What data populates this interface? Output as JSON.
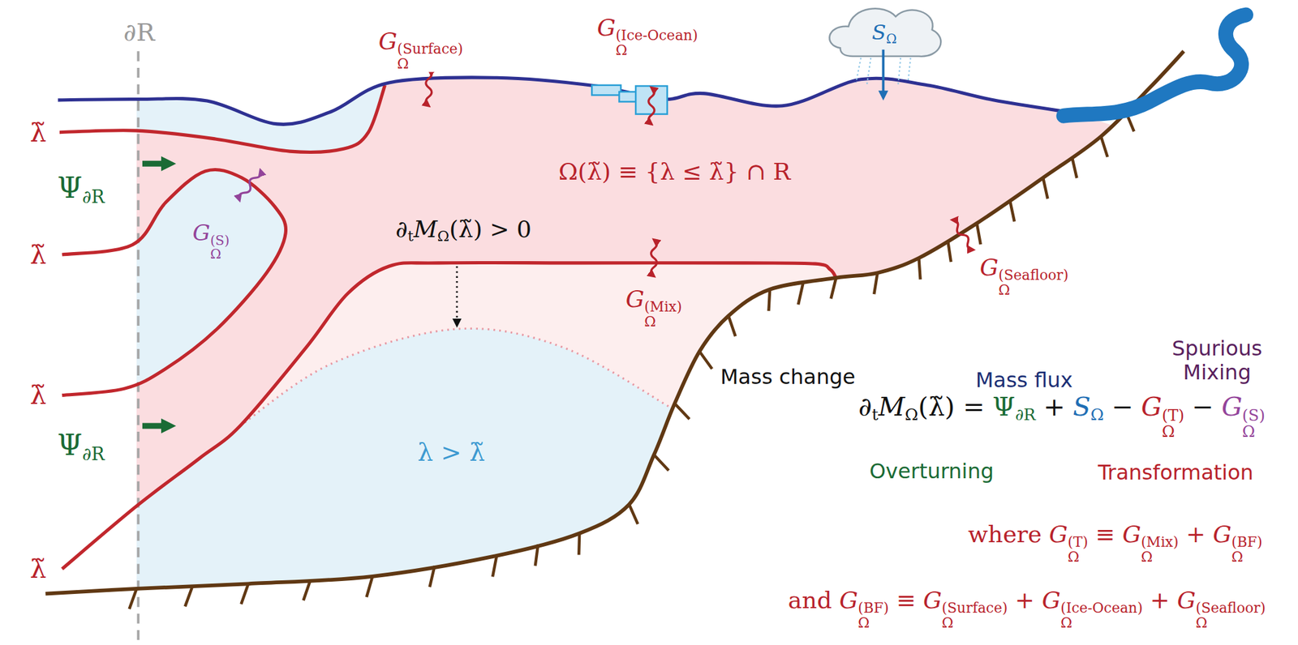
{
  "diagram": {
    "labels": [
      "∂R",
      "GΩ(Surface)",
      "GΩ(Ice-Ocean)",
      "SΩ",
      "λ̃",
      "Ψ∂R",
      "Ω(λ̃) ≡ {λ ≤ λ̃} ∩ R",
      "λ̃",
      "GΩ(S)",
      "∂tMΩ(λ̃) > 0",
      "GΩ(Mix)",
      "GΩ(Seafloor)",
      "λ̃",
      "Ψ∂R",
      "λ > λ̃",
      "Mass change",
      "Mass flux",
      "Spurious Mixing",
      "∂tMΩ(λ̃) =",
      "Ψ∂R",
      "+",
      "SΩ",
      "−",
      "GΩ(T)",
      "−",
      "GΩ(S)",
      "Overturning",
      "Transformation",
      "λ̃",
      "where GΩ(T) ≡ GΩ(Mix) + GΩ(BF)",
      "and GΩ(BF) ≡ GΩ(Surface) + GΩ(Ice-Ocean) + GΩ(Seafloor)"
    ]
  }
}
